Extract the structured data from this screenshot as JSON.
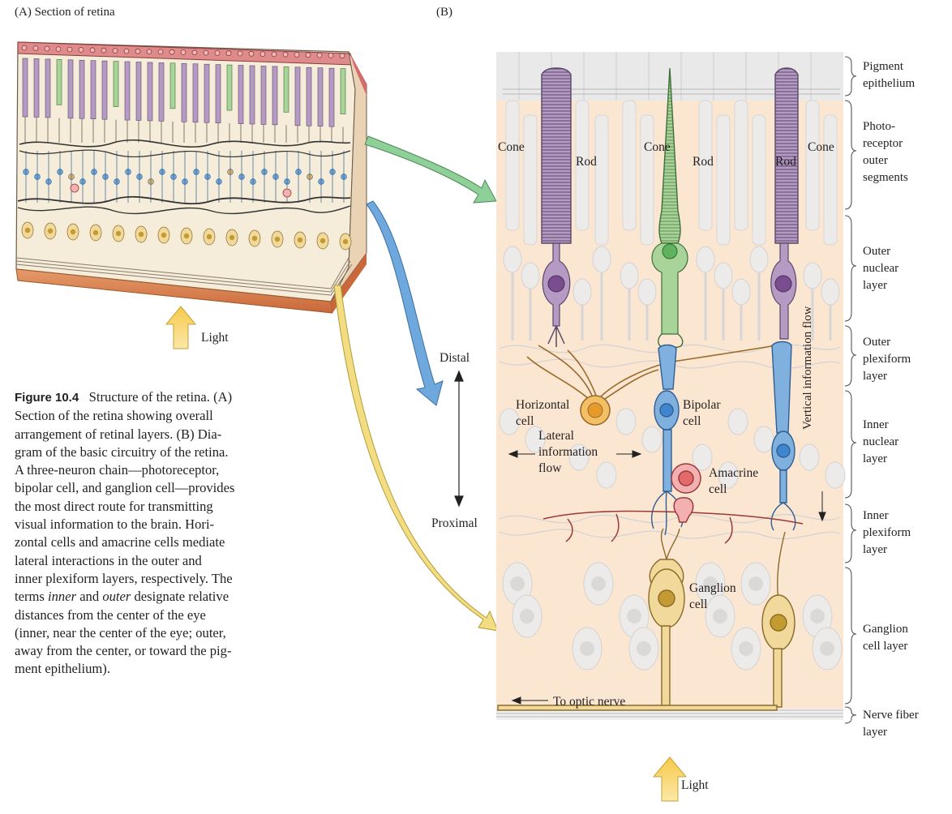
{
  "panel_a": {
    "title": "(A)  Section of retina",
    "light_label": "Light"
  },
  "panel_b": {
    "title": "(B)",
    "cell_labels": {
      "cone_left": "Cone",
      "rod_left": "Rod",
      "cone_center": "Cone",
      "rod_center": "Rod",
      "rod_right": "Rod",
      "cone_right": "Cone",
      "horizontal_1": "Horizontal",
      "horizontal_2": "cell",
      "bipolar_1": "Bipolar",
      "bipolar_2": "cell",
      "amacrine_1": "Amacrine",
      "amacrine_2": "cell",
      "ganglion_1": "Ganglion",
      "ganglion_2": "cell"
    },
    "flow_labels": {
      "distal": "Distal",
      "proximal": "Proximal",
      "lateral_1": "Lateral",
      "lateral_2": "information",
      "lateral_3": "flow",
      "vertical": "Vertical information flow",
      "optic_nerve": "To optic nerve"
    },
    "layers": [
      {
        "lines": [
          "Pigment",
          "epithelium"
        ]
      },
      {
        "lines": [
          "Photo-",
          "receptor",
          "outer",
          "segments"
        ]
      },
      {
        "lines": [
          "Outer",
          "nuclear",
          "layer"
        ]
      },
      {
        "lines": [
          "Outer",
          "plexiform",
          "layer"
        ]
      },
      {
        "lines": [
          "Inner",
          "nuclear",
          "layer"
        ]
      },
      {
        "lines": [
          "Inner",
          "plexiform",
          "layer"
        ]
      },
      {
        "lines": [
          "Ganglion",
          "cell layer"
        ]
      },
      {
        "lines": [
          "Nerve fiber",
          "layer"
        ]
      }
    ],
    "light_label": "Light"
  },
  "caption": {
    "figure_number": "Figure 10.4",
    "lines": [
      "Structure of the retina. (A)",
      "Section of the retina showing overall",
      "arrangement of retinal layers. (B) Dia-",
      "gram of the basic circuitry of the retina.",
      "A three-neuron chain—photoreceptor,",
      "bipolar cell, and ganglion cell—provides",
      "the most direct route for transmitting",
      "visual information to the brain. Hori-",
      "zontal cells and amacrine cells mediate",
      "lateral interactions in the outer and",
      "inner plexiform layers, respectively. The",
      "terms ",
      "inner",
      " and ",
      "outer",
      " designate relative",
      "distances from the center of the eye",
      "(inner, near the center of the eye; outer,",
      "away from the center, or toward the pig-",
      "ment epithelium)."
    ]
  },
  "colors": {
    "rod": "#b59ac4",
    "cone": "#a8d49a",
    "bipolar": "#6fa6d6",
    "horizontal": "#e8b25a",
    "amacrine": "#e58a8a",
    "ganglion": "#d8b86a",
    "background_tissue": "#fbe8d6",
    "green_arrow": "#7cc28a",
    "blue_arrow": "#5b9bd5",
    "yellow_arrow": "#f2dc7a"
  }
}
